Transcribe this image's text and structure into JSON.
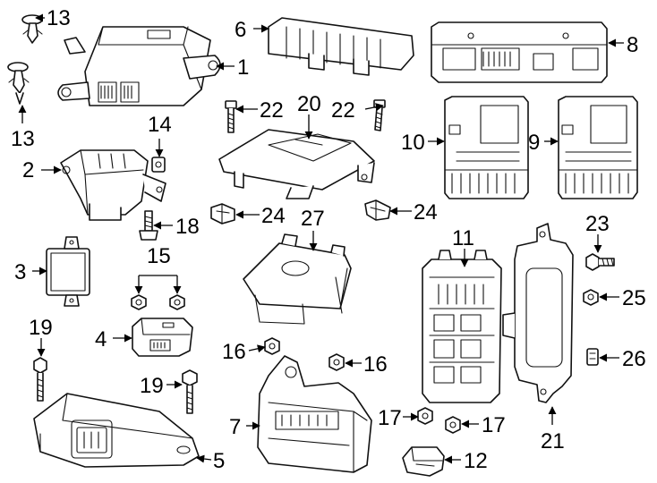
{
  "callouts": {
    "c1": "1",
    "c2": "2",
    "c3": "3",
    "c4": "4",
    "c5": "5",
    "c6": "6",
    "c7": "7",
    "c8": "8",
    "c9": "9",
    "c10": "10",
    "c11": "11",
    "c12": "12",
    "c13a": "13",
    "c13b": "13",
    "c14": "14",
    "c15": "15",
    "c16a": "16",
    "c16b": "16",
    "c17a": "17",
    "c17b": "17",
    "c18": "18",
    "c19a": "19",
    "c19b": "19",
    "c20": "20",
    "c21": "21",
    "c22a": "22",
    "c22b": "22",
    "c23": "23",
    "c24a": "24",
    "c24b": "24",
    "c25": "25",
    "c26": "26",
    "c27": "27"
  },
  "colors": {
    "ink": "#111111",
    "background": "#ffffff"
  }
}
